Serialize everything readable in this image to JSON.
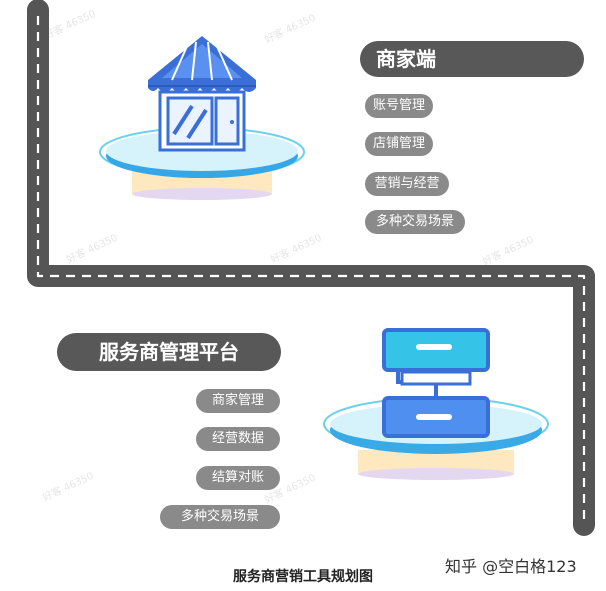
{
  "merchant": {
    "title": "商家端",
    "items": [
      "账号管理",
      "店铺管理",
      "营销与经营",
      "多种交易场景"
    ]
  },
  "provider": {
    "title": "服务商管理平台",
    "items": [
      "商家管理",
      "经营数据",
      "结算对账",
      "多种交易场景"
    ]
  },
  "caption": "服务商营销工具规划图",
  "watermark": "知乎 @空白格123",
  "colors": {
    "road": "#555555",
    "pill": "#585858",
    "tag": "#8a8a8a",
    "icon_blue": "#3a6fd8",
    "platform_cyan": "#36c3e8"
  },
  "icons": [
    "store-icon",
    "server-stack-icon"
  ]
}
